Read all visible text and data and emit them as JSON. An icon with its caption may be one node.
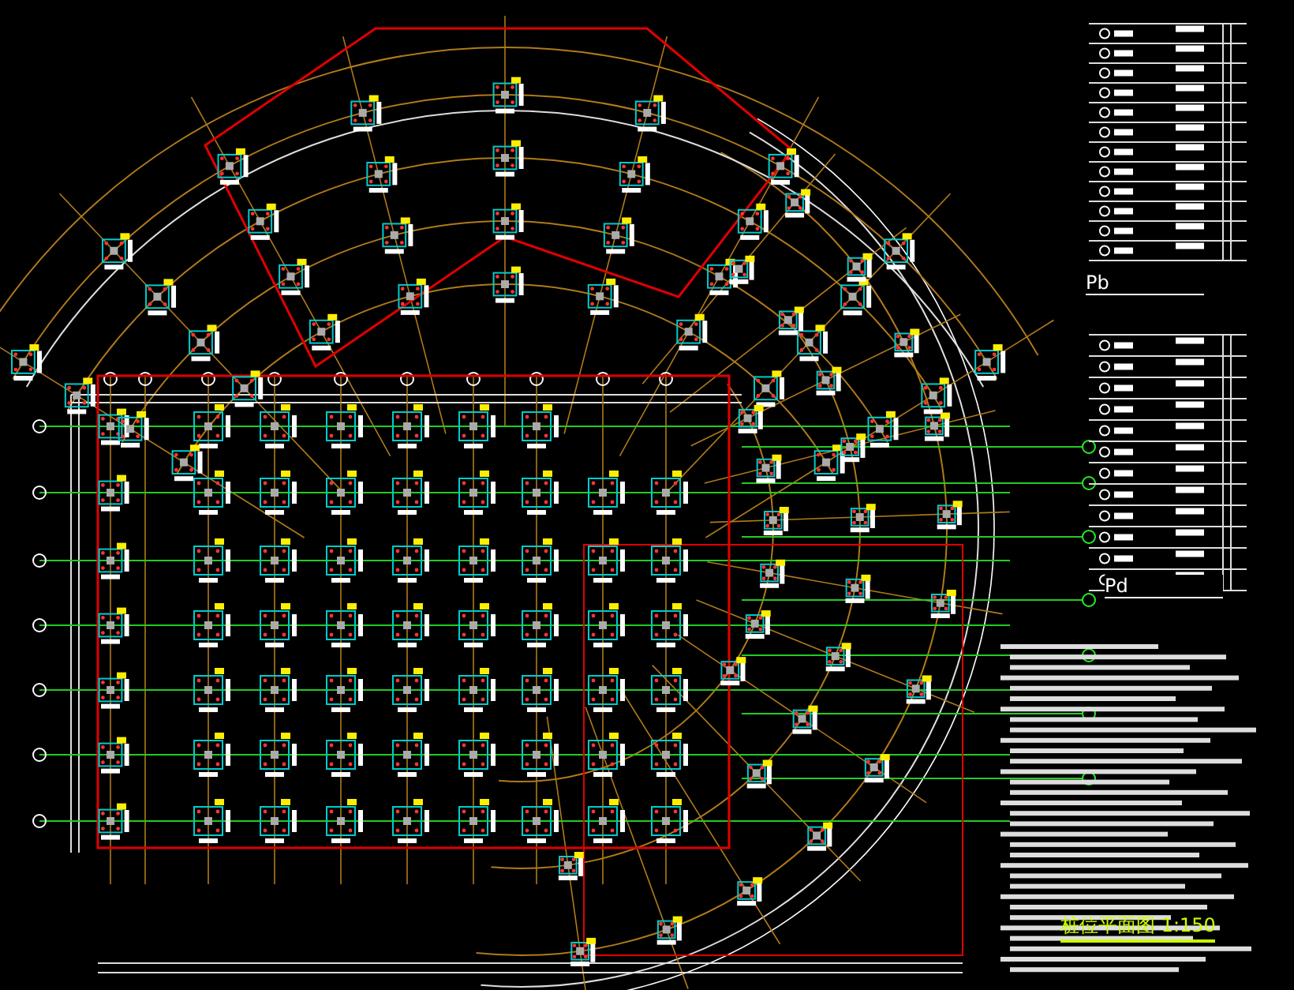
{
  "diagram": {
    "title": "桩位平面图 1:150",
    "labels": [
      "Pb",
      "Pd"
    ]
  }
}
